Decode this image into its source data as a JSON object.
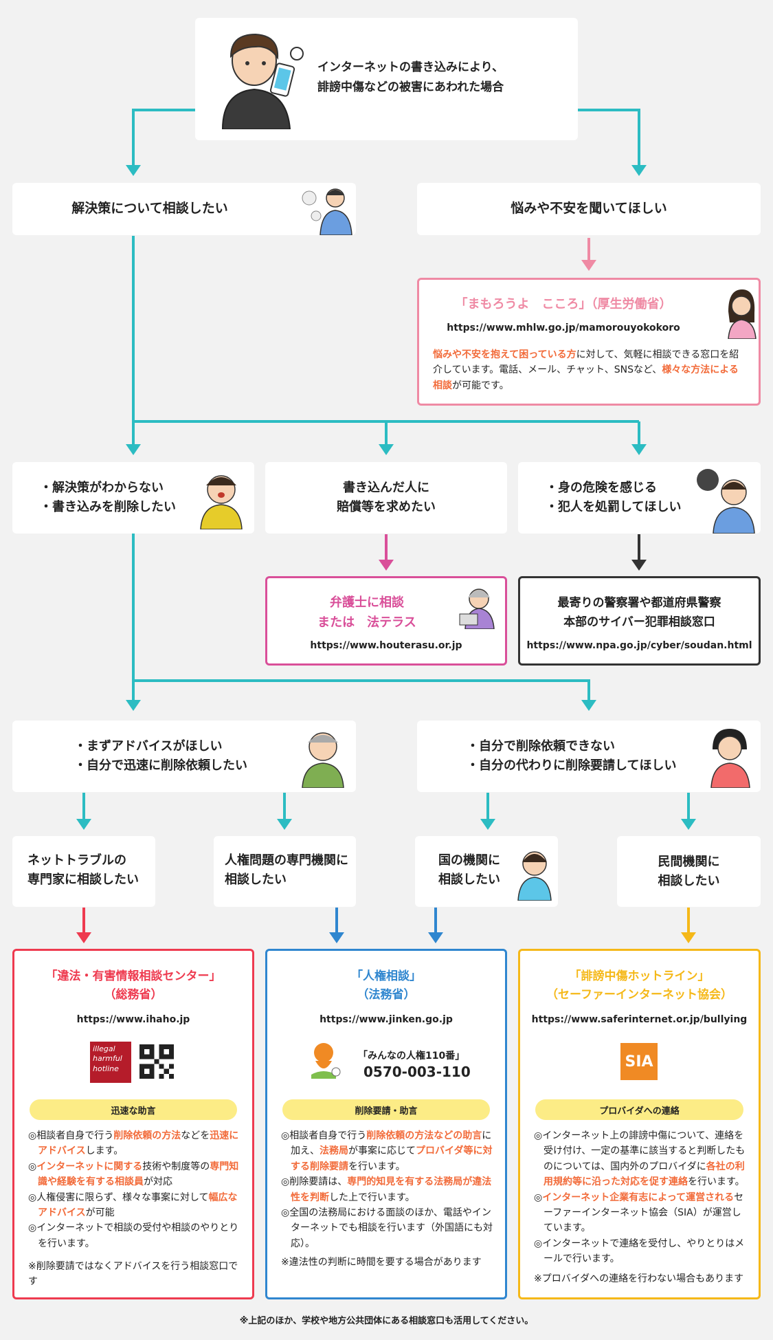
{
  "top": {
    "line1": "インターネットの書き込みにより、",
    "line2": "誹謗中傷などの被害にあわれた場合"
  },
  "left_branch": "解決策について相談したい",
  "right_branch": "悩みや不安を聞いてほしい",
  "kokoro": {
    "title": "「まもろうよ　こころ」（厚生労働省）",
    "url": "https://www.mhlw.go.jp/mamorouyokokoro",
    "desc": [
      {
        "t": "悩みや不安を抱えて困っている方",
        "h": true
      },
      {
        "t": "に対して、気軽に相談できる窓口を紹介しています。電話、メール、チャット、SNSなど、"
      },
      {
        "t": "様々な方法による相談",
        "h": true
      },
      {
        "t": "が可能です。"
      }
    ]
  },
  "row3": {
    "a": "・解決策がわからない\n・書き込みを削除したい",
    "b": "書き込んだ人に\n賠償等を求めたい",
    "c": "・身の危険を感じる\n・犯人を処罰してほしい"
  },
  "lawyer": {
    "title1": "弁護士に相談",
    "title2": "または　法テラス",
    "url": "https://www.houterasu.or.jp"
  },
  "police": {
    "line1": "最寄りの警察署や都道府県警察",
    "line2": "本部のサイバー犯罪相談窓口",
    "url": "https://www.npa.go.jp/cyber/soudan.html"
  },
  "row4": {
    "a": "・まずアドバイスがほしい\n・自分で迅速に削除依頼したい",
    "b": "・自分で削除依頼できない\n・自分の代わりに削除要請してほしい"
  },
  "row5": {
    "a": "ネットトラブルの\n専門家に相談したい",
    "b": "人権問題の専門機関に\n相談したい",
    "c": "国の機関に\n相談したい",
    "d": "民間機関に\n相談したい"
  },
  "ihaho": {
    "title1": "「違法・有害情報相談センター」",
    "title2": "（総務省）",
    "url": "https://www.ihaho.jp",
    "logo": [
      "illegal",
      "harmful",
      "hotline"
    ],
    "pill": "迅速な助言",
    "desc": [
      [
        {
          "t": "◎相談者自身で行う"
        },
        {
          "t": "削除依頼の方法",
          "h": true
        },
        {
          "t": "などを"
        },
        {
          "t": "迅速にアドバイス",
          "h": true
        },
        {
          "t": "します。"
        }
      ],
      [
        {
          "t": "◎"
        },
        {
          "t": "インターネットに関する",
          "h": true
        },
        {
          "t": "技術や制度等の"
        },
        {
          "t": "専門知識や経験を有する相談員",
          "h": true
        },
        {
          "t": "が対応"
        }
      ],
      [
        {
          "t": "◎人権侵害に限らず、様々な事案に対して"
        },
        {
          "t": "幅広なアドバイス",
          "h": true
        },
        {
          "t": "が可能"
        }
      ],
      [
        {
          "t": "◎インターネットで相談の受付や相談のやりとりを行います。"
        }
      ]
    ],
    "note": "※削除要請ではなくアドバイスを行う相談窓口です"
  },
  "jinken": {
    "title1": "「人権相談」",
    "title2": "（法務省）",
    "url": "https://www.jinken.go.jp",
    "phone_label": "「みんなの人権110番」",
    "phone": "0570-003-110",
    "pill": "削除要請・助言",
    "desc": [
      [
        {
          "t": "◎相談者自身で行う"
        },
        {
          "t": "削除依頼の方法などの助言",
          "h": true
        },
        {
          "t": "に加え、"
        },
        {
          "t": "法務局",
          "h": true
        },
        {
          "t": "が事案に応じて"
        },
        {
          "t": "プロバイダ等に対する削除要請",
          "h": true
        },
        {
          "t": "を行います。"
        }
      ],
      [
        {
          "t": "◎削除要請は、"
        },
        {
          "t": "専門的知見を有する法務局が違法性を判断",
          "h": true
        },
        {
          "t": "した上で行います。"
        }
      ],
      [
        {
          "t": "◎全国の法務局における面談のほか、電話やインターネットでも相談を行います（外国語にも対応）。"
        }
      ]
    ],
    "note": "※違法性の判断に時間を要する場合があります"
  },
  "sia": {
    "title1": "「誹謗中傷ホットライン」",
    "title2": "（セーファーインターネット協会）",
    "url": "https://www.saferinternet.or.jp/bullying",
    "logo": "SIA",
    "pill": "プロバイダへの連絡",
    "desc": [
      [
        {
          "t": "◎インターネット上の誹謗中傷について、連絡を受け付け、一定の基準に該当すると判断したものについては、国内外のプロバイダに"
        },
        {
          "t": "各社の利用規約等に沿った対応を促す連絡",
          "h": true
        },
        {
          "t": "を行います。"
        }
      ],
      [
        {
          "t": "◎"
        },
        {
          "t": "インターネット企業有志によって運営される",
          "h": true
        },
        {
          "t": "セーファーインターネット協会（SIA）が運営しています。"
        }
      ],
      [
        {
          "t": "◎インターネットで連絡を受付し、やりとりはメールで行います。"
        }
      ]
    ],
    "note": "※プロバイダへの連絡を行わない場合もあります"
  },
  "footer": "※上記のほか、学校や地方公共団体にある相談窓口も活用してください。",
  "colors": {
    "teal": "#2cbcc2",
    "pink": "#ef8aa4",
    "magenta": "#d94f99",
    "black": "#333333",
    "red": "#ee3a4f",
    "blue": "#2f86cf",
    "yellow": "#f5b818",
    "orange": "#f26b3a"
  }
}
